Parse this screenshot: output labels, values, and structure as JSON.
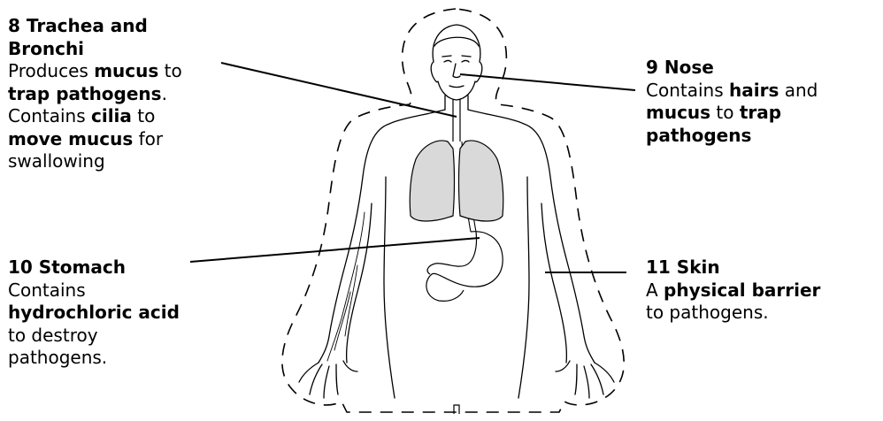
{
  "labels": {
    "trachea": {
      "title_l1": "8 Trachea and",
      "title_l2": "Bronchi",
      "t1": "Produces ",
      "b1": "mucus",
      "t2": " to",
      "b2": "trap pathogens",
      "t3": ".",
      "t4": "Contains ",
      "b3": "cilia",
      "t5": " to",
      "b4": "move mucus",
      "t6": " for",
      "t7": "swallowing"
    },
    "nose": {
      "title": "9 Nose",
      "t1": "Contains ",
      "b1": "hairs",
      "t2": " and",
      "b2": "mucus",
      "t3": " to ",
      "b3": "trap",
      "b4": "pathogens"
    },
    "stomach": {
      "title": "10 Stomach",
      "t1": "Contains",
      "b1": "hydrochloric acid",
      "t2": "to destroy",
      "t3": "pathogens."
    },
    "skin": {
      "title": "11 Skin",
      "t1": "A ",
      "b1": "physical barrier",
      "t2": "to pathogens."
    }
  },
  "colors": {
    "line": "#000000",
    "lung_fill": "#d9d9d9",
    "text": "#000000"
  }
}
